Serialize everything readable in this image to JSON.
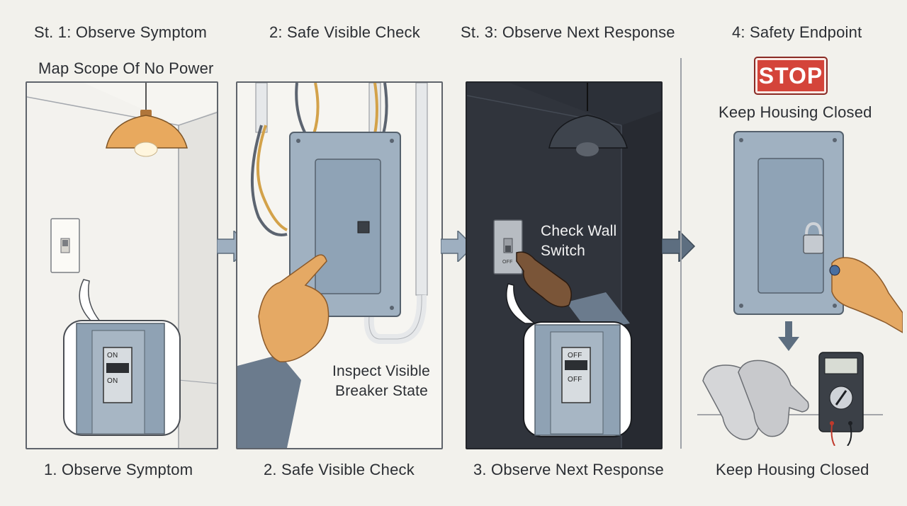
{
  "headers": [
    "St. 1: Observe Symptom",
    "2: Safe Visible Check",
    "St. 3: Observe Next Response",
    "4: Safety Endpoint"
  ],
  "panel1": {
    "caption": "Map Scope Of No Power",
    "breaker_top_label": "ON",
    "breaker_bottom_label": "ON"
  },
  "panel2": {
    "caption_line1": "Inspect Visible",
    "caption_line2": "Breaker State"
  },
  "panel3": {
    "caption_line1": "Check Wall",
    "caption_line2": "Switch",
    "switch_label": "OFF",
    "breaker_top_label": "OFF",
    "breaker_bottom_label": "OFF"
  },
  "panel4": {
    "stop_label": "STOP",
    "caption": "Keep Housing Closed"
  },
  "footers": [
    "1. Observe Symptom",
    "2. Safe Visible Check",
    "3. Observe Next Response",
    "Keep Housing Closed"
  ],
  "colors": {
    "panel_steel": "#9aa9b8",
    "stop_red": "#d4443a",
    "dark_room": "#2c3038"
  }
}
